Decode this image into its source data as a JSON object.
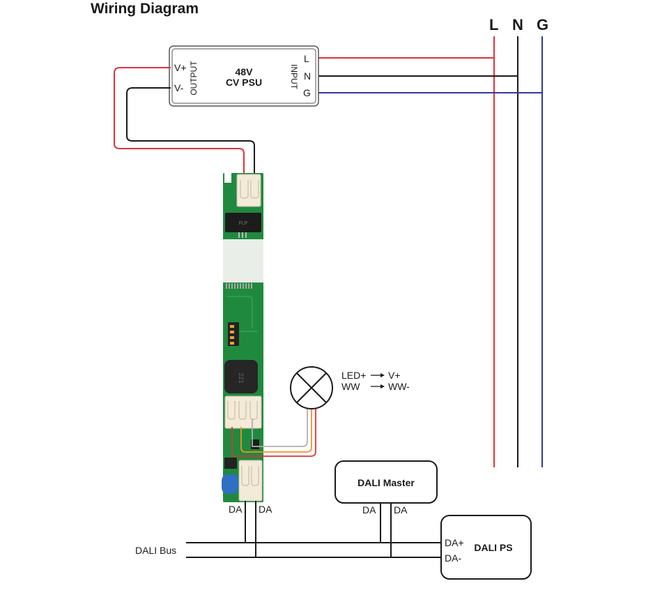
{
  "title": "Wiring Diagram",
  "colors": {
    "live": "#e0323a",
    "neutral": "#1a1a1a",
    "ground": "#2e3a9c",
    "led_white": "#b0b0b0",
    "led_orange": "#f0902a",
    "led_red": "#e0323a",
    "pcb_green": "#1f8a3e",
    "connector": "#f3ead8"
  },
  "mains": {
    "labels": [
      "L",
      "N",
      "G"
    ]
  },
  "psu": {
    "line1": "48V",
    "line2": "CV PSU",
    "output_label": "OUTPUT",
    "input_label": "INPUT",
    "output_terminals": [
      "V+",
      "V-"
    ],
    "input_terminals": [
      "L",
      "N",
      "G"
    ]
  },
  "lamp": {
    "mapping": [
      {
        "from": "LED+",
        "to": "V+"
      },
      {
        "from": "WW",
        "to": "WW-"
      }
    ]
  },
  "controller": {
    "terminals": [
      "DA",
      "DA"
    ]
  },
  "dali_master": {
    "label": "DALI Master",
    "terminals": [
      "DA",
      "DA"
    ]
  },
  "dali_ps": {
    "label": "DALI PS",
    "terminals": [
      "DA+",
      "DA-"
    ]
  },
  "dali_bus": {
    "label": "DALI Bus"
  }
}
